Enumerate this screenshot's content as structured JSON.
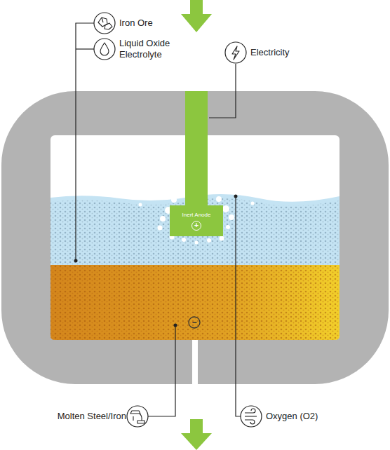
{
  "diagram": {
    "nodes": [
      {
        "text": [
          "Inert Anode",
          "+"
        ]
      }
    ],
    "labels": [
      "Iron Ore",
      "Liquid Oxide Electrolyte",
      "Electricity",
      "Molten Steel/Iron",
      "Oxygen (O2)",
      "−"
    ]
  }
}
